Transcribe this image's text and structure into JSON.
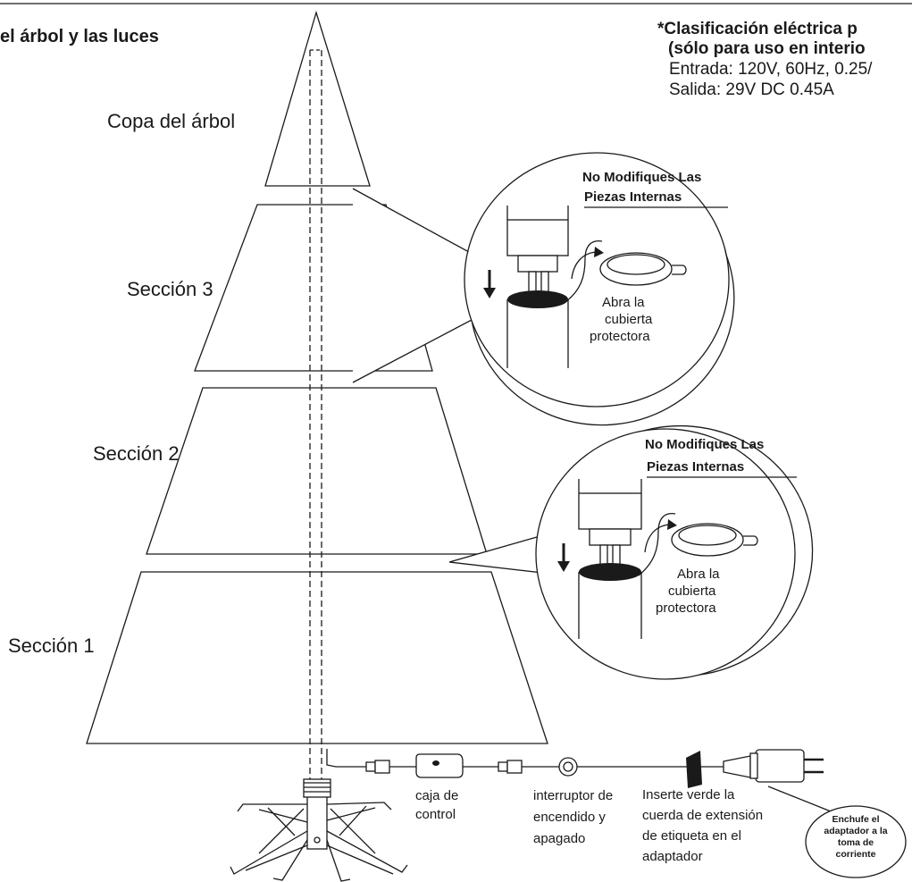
{
  "header": {
    "title": "el árbol y las luces"
  },
  "rating": {
    "line1": "*Clasificación eléctrica p",
    "line2": "(sólo para uso en interio",
    "line3": "Entrada: 120V, 60Hz, 0.25/",
    "line4": "Salida: 29V DC 0.45A"
  },
  "sections": {
    "top": "Copa del árbol",
    "s3": "Sección 3",
    "s2": "Sección 2",
    "s1": "Sección 1"
  },
  "detail_upper": {
    "warning_l1": "No Modifiques Las",
    "warning_l2": "Piezas Internas",
    "note_l1": "Abra la",
    "note_l2": "cubierta",
    "note_l3": "protectora"
  },
  "detail_lower": {
    "warning_l1": "No Modifiques Las",
    "warning_l2": "Piezas Internas",
    "note_l1": "Abra la",
    "note_l2": "cubierta",
    "note_l3": "protectora"
  },
  "cord": {
    "control_l1": "caja de",
    "control_l2": "control",
    "switch_l1": "interruptor de",
    "switch_l2": "encendido y",
    "switch_l3": "apagado",
    "insert_l1": "Inserte verde la",
    "insert_l2": "cuerda de extensión",
    "insert_l3": "de etiqueta en el",
    "insert_l4": "adaptador",
    "plug_l1": "Enchufe el",
    "plug_l2": "adaptador a la",
    "plug_l3": "toma de",
    "plug_l4": "corriente"
  }
}
